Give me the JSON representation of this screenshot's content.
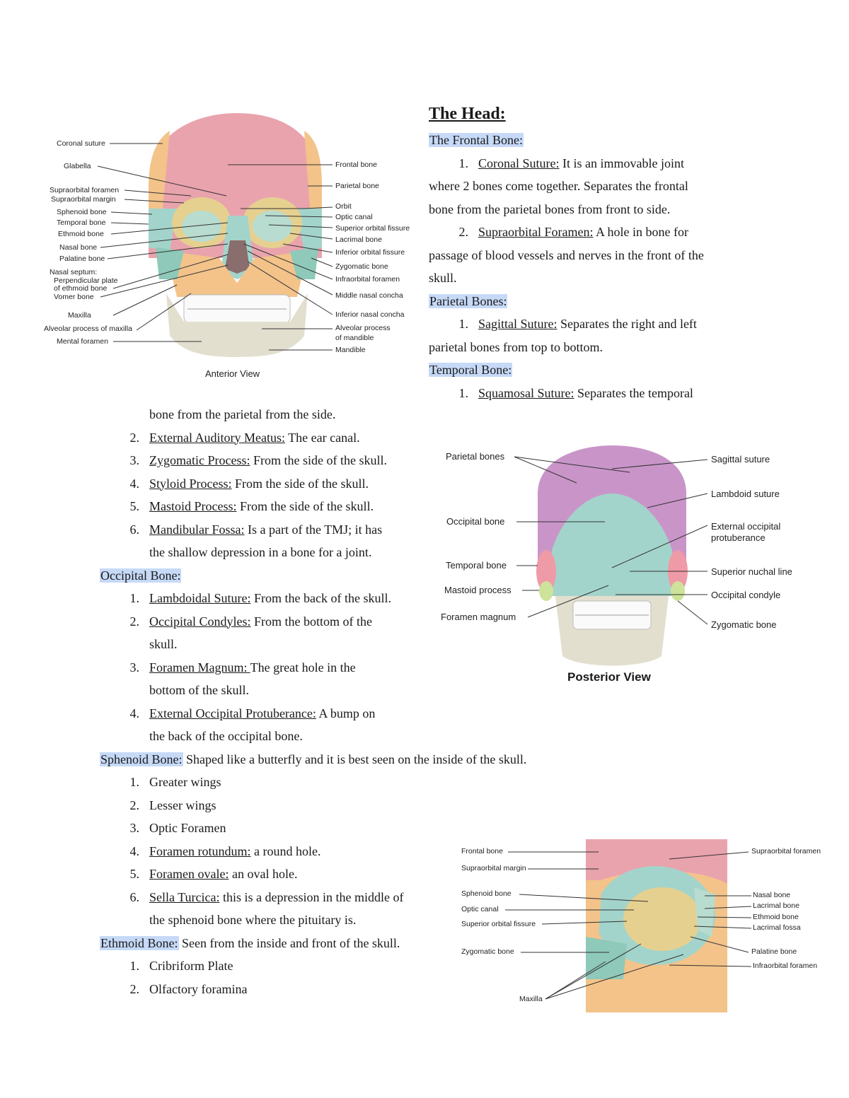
{
  "title": "The Head:",
  "frontal": {
    "heading": "The Frontal Bone:",
    "items": [
      {
        "num": "1.",
        "term": "Coronal Suture:",
        "line1": " It is an immovable joint",
        "line2": "where 2 bones come together. Separates the frontal",
        "line3": "bone from the parietal bones from front to side."
      },
      {
        "num": "2.",
        "term": "Supraorbital Foramen:",
        "line1": " A hole in bone for",
        "line2": "passage of blood vessels and nerves in the front of the",
        "line3": "skull."
      }
    ]
  },
  "parietal": {
    "heading": "Parietal Bones:",
    "items": [
      {
        "num": "1.",
        "term": "Sagittal Suture:",
        "line1": " Separates the right and left",
        "line2": "parietal bones from top to bottom."
      }
    ]
  },
  "temporal": {
    "heading": "Temporal Bone:",
    "first": {
      "num": "1.",
      "term": "Squamosal Suture:",
      "line1": " Separates the temporal",
      "line2": "bone from the parietal from the side."
    },
    "items": [
      {
        "num": "2.",
        "term": "External Auditory Meatus:",
        "rest": " The ear canal."
      },
      {
        "num": "3.",
        "term": "Zygomatic Process:",
        "rest": " From the side of the skull."
      },
      {
        "num": "4.",
        "term": "Styloid Process:",
        "rest": " From the side of the skull."
      },
      {
        "num": "5.",
        "term": "Mastoid Process:",
        "rest": " From the side of the skull."
      },
      {
        "num": "6.",
        "term": "Mandibular Fossa:",
        "rest": " Is a part of the TMJ; it has",
        "line2": "the shallow depression in a bone for a joint."
      }
    ]
  },
  "occipital": {
    "heading": "Occipital Bone:",
    "items": [
      {
        "num": "1.",
        "term": "Lambdoidal Suture:",
        "rest": " From the back of the skull."
      },
      {
        "num": "2.",
        "term": "Occipital Condyles:",
        "rest": " From the bottom of the",
        "line2": "skull."
      },
      {
        "num": "3.",
        "term": "Foramen Magnum: ",
        "rest": " The great hole in the",
        "line2": "bottom of the skull."
      },
      {
        "num": "4.",
        "term": "External Occipital Protuberance:",
        "rest": " A bump on",
        "line2": "the back of the occipital bone."
      }
    ]
  },
  "sphenoid": {
    "heading": "Sphenoid Bone:",
    "desc": " Shaped like a butterfly and it is best seen on the inside of the skull.",
    "items": [
      {
        "num": "1.",
        "term": "",
        "rest": "Greater wings"
      },
      {
        "num": "2.",
        "term": "",
        "rest": "Lesser wings"
      },
      {
        "num": "3.",
        "term": "",
        "rest": "Optic Foramen"
      },
      {
        "num": "4.",
        "term": "Foramen rotundum:",
        "rest": " a round hole."
      },
      {
        "num": "5.",
        "term": "Foramen ovale:",
        "rest": " an oval hole."
      },
      {
        "num": "6.",
        "term": "Sella Turcica:",
        "rest": " this is a depression in the middle of",
        "line2": "the sphenoid bone where the pituitary is."
      }
    ]
  },
  "ethmoid": {
    "heading": "Ethmoid Bone:",
    "desc": " Seen from the inside and front of the skull.",
    "items": [
      {
        "num": "1.",
        "rest": "Cribriform Plate"
      },
      {
        "num": "2.",
        "rest": "Olfactory foramina"
      }
    ]
  },
  "anterior_figure": {
    "caption": "Anterior View",
    "left_labels": [
      "Coronal suture",
      "Glabella",
      "Supraorbital foramen",
      "Supraorbital margin",
      "Sphenoid bone",
      "Temporal bone",
      "Ethmoid bone",
      "Nasal bone",
      "Palatine bone",
      "Nasal septum:",
      "Perpendicular plate",
      "of ethmoid bone",
      "Vomer bone",
      "Maxilla",
      "Alveolar process of maxilla",
      "Mental foramen"
    ],
    "right_labels": [
      "Frontal bone",
      "Parietal bone",
      "Orbit",
      "Optic canal",
      "Superior orbital fissure",
      "Lacrimal bone",
      "Inferior orbital fissure",
      "Zygomatic bone",
      "Infraorbital foramen",
      "Middle nasal concha",
      "Inferior nasal concha",
      "Alveolar process",
      "of mandible",
      "Mandible"
    ]
  },
  "posterior_figure": {
    "caption": "Posterior View",
    "left_labels": [
      "Parietal bones",
      "Occipital bone",
      "Temporal bone",
      "Mastoid process",
      "Foramen magnum"
    ],
    "right_labels": [
      "Sagittal suture",
      "Lambdoid suture",
      "External occipital",
      "protuberance",
      "Superior nuchal line",
      "Occipital condyle",
      "Zygomatic bone"
    ]
  },
  "orbit_figure": {
    "left_labels": [
      "Frontal bone",
      "Supraorbital margin",
      "Sphenoid bone",
      "Optic canal",
      "Superior orbital fissure",
      "Zygomatic bone",
      "Maxilla"
    ],
    "right_labels": [
      "Supraorbital foramen",
      "Nasal bone",
      "Lacrimal bone",
      "Ethmoid bone",
      "Lacrimal fossa",
      "Palatine bone",
      "Infraorbital foramen"
    ]
  },
  "colors": {
    "highlight": "#c6d9f7",
    "frontal": "#e9a3ad",
    "parietal": "#c995c9",
    "occipital": "#a3d4cb",
    "maxilla": "#f3c38a",
    "sphenoid": "#b8dccf",
    "ethmoid": "#e6d08f",
    "mandible": "#e3dfcf",
    "temporal": "#ef9aa7",
    "zygomatic": "#8ec9b9"
  }
}
